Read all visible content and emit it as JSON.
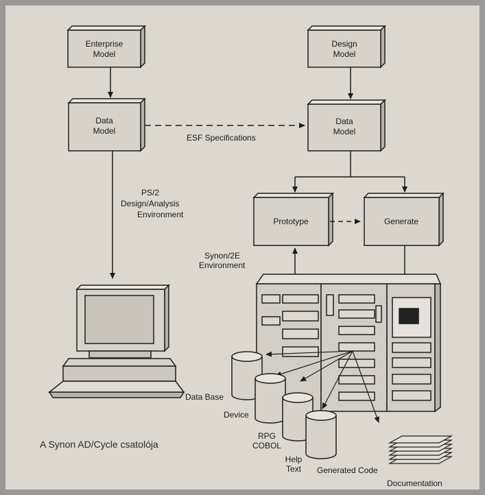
{
  "boxes": {
    "enterprise_model": [
      "Enterprise",
      "Model"
    ],
    "data_model_left": [
      "Data",
      "Model"
    ],
    "design_model": [
      "Design",
      "Model"
    ],
    "data_model_right": [
      "Data",
      "Model"
    ],
    "prototype": "Prototype",
    "generate": "Generate"
  },
  "labels": {
    "esf_specifications": "ESF Specifications",
    "ps2_environment": [
      "PS/2",
      "Design/Analysis",
      "Environment"
    ],
    "synon_environment": [
      "Synon/2E",
      "Environment"
    ],
    "data_base": "Data Base",
    "device": "Device",
    "rpg_cobol": [
      "RPG",
      "COBOL"
    ],
    "help_text": [
      "Help",
      "Text"
    ],
    "generated_code": "Generated Code",
    "documentation": "Documentation"
  },
  "caption": "A Synon AD/Cycle csatolója",
  "colors": {
    "background": "#dcd7cf",
    "box_fill": "#d7d2ca",
    "line": "#1e1e1e",
    "screen": "#222222"
  }
}
